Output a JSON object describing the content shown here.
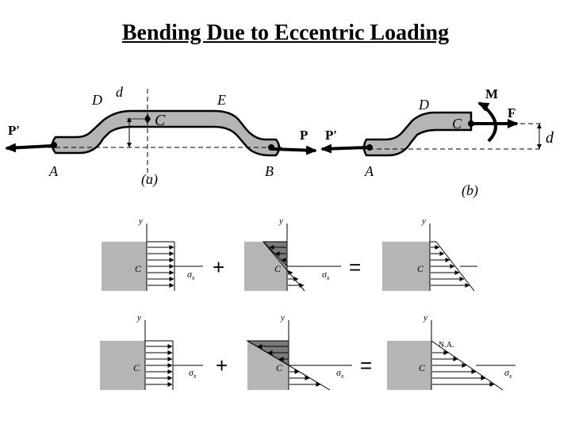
{
  "title": "Bending Due to Eccentric Loading",
  "figure_a": {
    "caption": "(a)",
    "labels": {
      "D": "D",
      "E": "E",
      "d": "d",
      "C": "C",
      "A": "A",
      "B": "B",
      "P_prime": "P′",
      "P": "P"
    }
  },
  "figure_b": {
    "caption": "(b)",
    "labels": {
      "D": "D",
      "C": "C",
      "A": "A",
      "P_prime": "P′",
      "M": "M",
      "F": "F",
      "d": "d"
    }
  },
  "stress_rows": {
    "y_label": "y",
    "centroid_label": "C",
    "sigma_label": "σ",
    "sigma_sub": "x",
    "plus": "+",
    "equals": "=",
    "neutral_axis_label": "N.A."
  }
}
